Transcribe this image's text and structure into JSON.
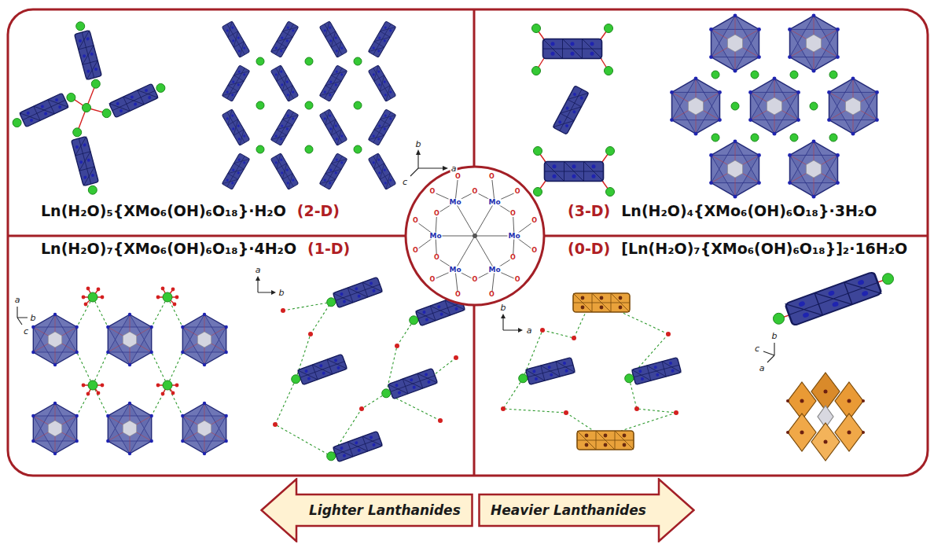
{
  "diagram": {
    "nodes": [
      {
        "text": [
          "Ln(H₂O)₅{XMo₆(OH)₆O₁₈}·H₂O",
          "(2-D)"
        ]
      },
      {
        "text": [
          "(3-D)",
          "Ln(H₂O)₄{XMo₆(OH)₆O₁₈}·3H₂O"
        ]
      },
      {
        "text": [
          "Ln(H₂O)₇{XMo₆(OH)₆O₁₈}·4H₂O",
          "(1-D)"
        ]
      },
      {
        "text": [
          "(0-D)",
          "[Ln(H₂O)₇{XMo₆(OH)₆O₁₈}]₂·16H₂O"
        ]
      },
      {
        "text": [
          "Lighter Lanthanides"
        ]
      },
      {
        "text": [
          "Heavier Lanthanides"
        ]
      }
    ],
    "labels": [
      "Mo",
      "Mo",
      "Mo",
      "Mo",
      "Mo",
      "Mo",
      "O",
      "O",
      "O",
      "O",
      "O",
      "O",
      "O",
      "O",
      "O",
      "O",
      "O",
      "O",
      "O",
      "O",
      "O",
      "O",
      "O",
      "O",
      "b",
      "c",
      "a",
      "a",
      "b",
      "c",
      "a",
      "b",
      "b",
      "a",
      "b",
      "c",
      "a"
    ]
  }
}
